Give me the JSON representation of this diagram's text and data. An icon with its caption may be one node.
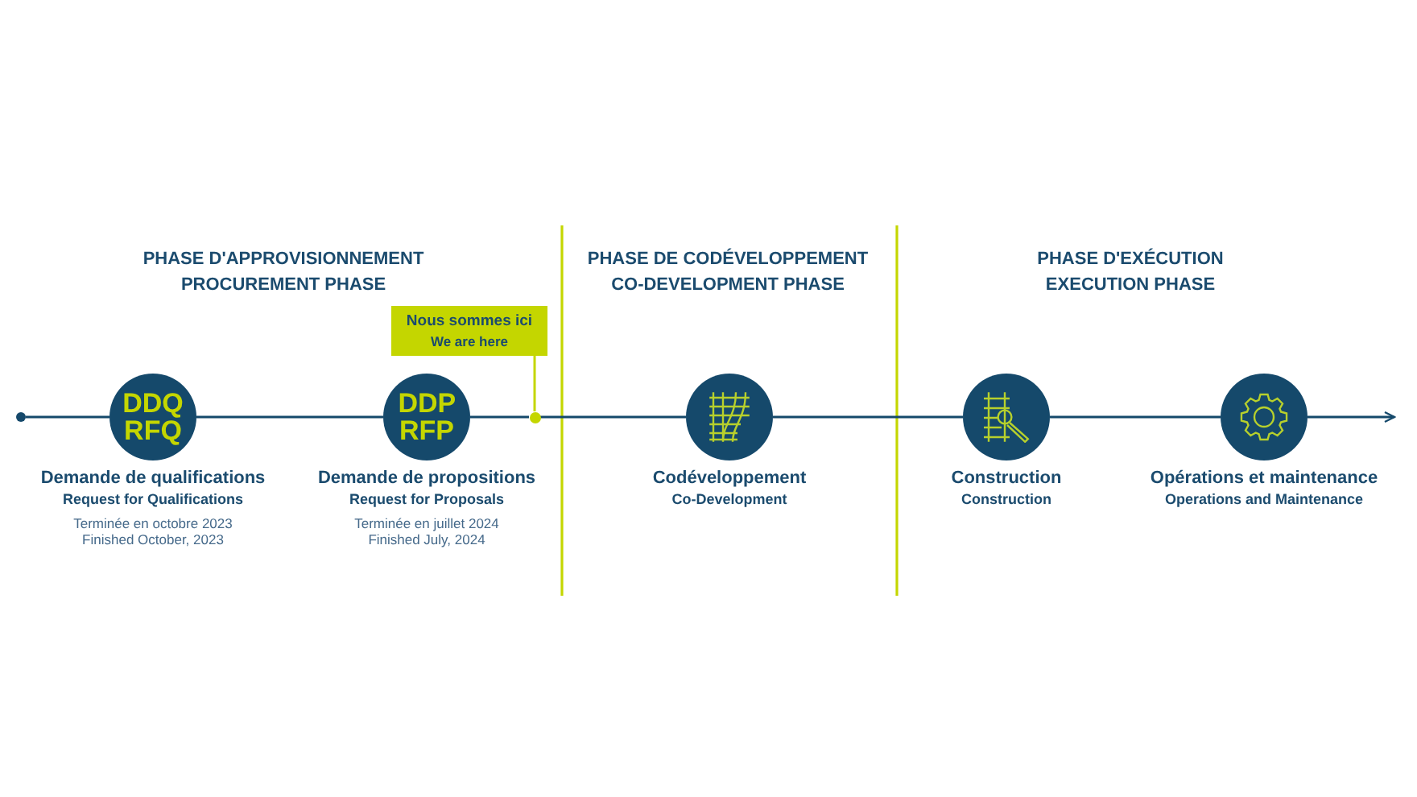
{
  "diagram": {
    "nodes": [
      {
        "text": [],
        "shape": "circle"
      },
      {
        "text": [
          "DDQ RFQ"
        ],
        "beside": [
          "Demande de qualifications",
          "Request for Qualifications",
          "Terminée en octobre 2023",
          "Finished October, 2023"
        ]
      },
      {
        "text": [
          "DDP RFP"
        ],
        "beside": [
          "Demande de propositions",
          "Request for Proposals",
          "Terminée en juillet 2024",
          "Finished July, 2024"
        ]
      },
      {
        "text": [],
        "shape": "circle"
      },
      {
        "text": [
          "Nous sommes ici",
          "We are here"
        ]
      },
      {
        "text": [],
        "shape": "circle",
        "beside": [
          "Codéveloppement",
          "Co-Development"
        ]
      },
      {
        "text": [],
        "shape": "circle",
        "beside": [
          "Construction",
          "Construction"
        ]
      },
      {
        "text": [],
        "shape": "circle",
        "beside": [
          "Opérations et maintenance",
          "Operations and Maintenance"
        ]
      }
    ],
    "edges": [
      {
        "from": 0,
        "to": 1,
        "arrow": "none"
      },
      {
        "from": 1,
        "to": 2,
        "arrow": "none"
      },
      {
        "from": 2,
        "to": 3,
        "arrow": "none"
      },
      {
        "from": 3,
        "to": 5,
        "arrow": "none"
      },
      {
        "from": 5,
        "to": 6,
        "arrow": "none"
      },
      {
        "from": 6,
        "to": 7,
        "arrow": "none"
      },
      {
        "from": 7,
        "to": null,
        "arrow": "to"
      },
      {
        "from": 4,
        "to": 3,
        "arrow": "none",
        "color": "#c4d600"
      }
    ],
    "labels": [
      "PHASE D'APPROVISIONNEMENT",
      "PROCUREMENT PHASE",
      "PHASE DE CODÉVELOPPEMENT",
      "CO-DEVELOPMENT PHASE",
      "PHASE D'EXÉCUTION",
      "EXECUTION PHASE"
    ]
  }
}
